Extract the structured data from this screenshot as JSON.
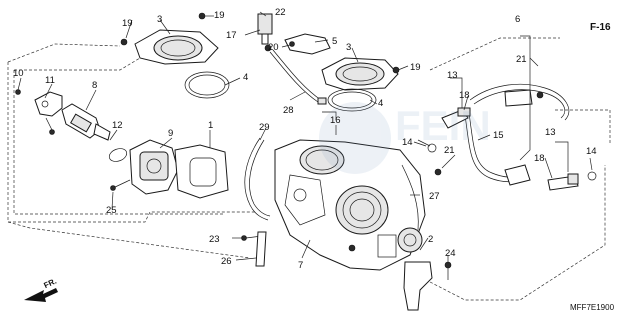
{
  "diagram": {
    "page_ref": "F-16",
    "drawing_code": "MFF7E1900",
    "front_marker": "FR.",
    "callouts": {
      "n1": "1",
      "n2": "2",
      "n3a": "3",
      "n3b": "3",
      "n4a": "4",
      "n4b": "4",
      "n5": "5",
      "n6": "6",
      "n7": "7",
      "n8": "8",
      "n9": "9",
      "n10": "10",
      "n11": "11",
      "n12": "12",
      "n13a": "13",
      "n13b": "13",
      "n14a": "14",
      "n14b": "14",
      "n15": "15",
      "n16": "16",
      "n17": "17",
      "n18a": "18",
      "n18b": "18",
      "n19a": "19",
      "n19b": "19",
      "n19c": "19",
      "n20": "20",
      "n21a": "21",
      "n21b": "21",
      "n22": "22",
      "n23": "23",
      "n24": "24",
      "n25": "25",
      "n26": "26",
      "n27": "27",
      "n28": "28",
      "n29": "29"
    }
  }
}
